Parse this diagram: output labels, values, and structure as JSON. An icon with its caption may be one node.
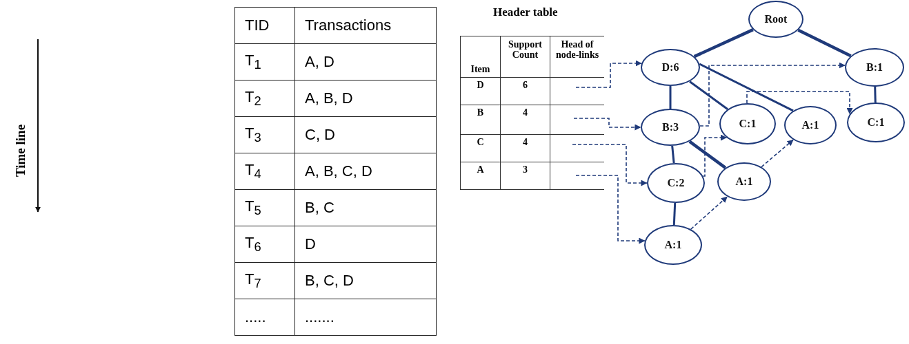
{
  "diagram": {
    "nodes": [
      {
        "text": [
          "Root"
        ]
      },
      {
        "text": [
          "D:6"
        ]
      },
      {
        "text": [
          "B:1"
        ]
      },
      {
        "text": [
          "B:3"
        ]
      },
      {
        "text": [
          "C:1"
        ]
      },
      {
        "text": [
          "A:1"
        ]
      },
      {
        "text": [
          "C:1"
        ]
      },
      {
        "text": [
          "C:2"
        ]
      },
      {
        "text": [
          "A:1"
        ]
      },
      {
        "text": [
          "A:1"
        ]
      }
    ],
    "edges": [
      {
        "from": 0,
        "to": 1,
        "arrow": "none",
        "style": "thick"
      },
      {
        "from": 0,
        "to": 2,
        "arrow": "none",
        "style": "thick"
      },
      {
        "from": 1,
        "to": 3,
        "arrow": "none"
      },
      {
        "from": 1,
        "to": 4,
        "arrow": "none"
      },
      {
        "from": 1,
        "to": 5,
        "arrow": "none"
      },
      {
        "from": 2,
        "to": 6,
        "arrow": "none"
      },
      {
        "from": 3,
        "to": 7,
        "arrow": "none"
      },
      {
        "from": 3,
        "to": 8,
        "arrow": "none",
        "style": "thick"
      },
      {
        "from": 7,
        "to": 9,
        "arrow": "none"
      },
      {
        "from": null,
        "to": 1,
        "arrow": "to",
        "style": "dashed"
      },
      {
        "from": null,
        "to": 3,
        "arrow": "to",
        "style": "dashed"
      },
      {
        "from": null,
        "to": 7,
        "arrow": "to",
        "style": "dashed"
      },
      {
        "from": null,
        "to": 9,
        "arrow": "to",
        "style": "dashed"
      },
      {
        "from": 3,
        "to": 2,
        "arrow": "to",
        "style": "dashed"
      },
      {
        "from": 7,
        "to": 4,
        "arrow": "to",
        "style": "dashed"
      },
      {
        "from": 4,
        "to": 6,
        "arrow": "to",
        "style": "dashed"
      },
      {
        "from": 9,
        "to": 8,
        "arrow": "to",
        "style": "dashed"
      },
      {
        "from": 8,
        "to": 5,
        "arrow": "to",
        "style": "dashed"
      }
    ],
    "labels": [
      "Time line",
      "TID",
      "Transactions",
      "T$_{1}$",
      "A, D",
      "T$_{2}$",
      "A, B, D",
      "T$_{3}$",
      "C, D",
      "T$_{4}$",
      "A, B, C, D",
      "T$_{5}$",
      "B, C",
      "T$_{6}$",
      "D",
      "T$_{7}$",
      "B, C, D",
      ".....",
      ".......",
      "Header table",
      "Item",
      "Support Count",
      "Head of node-links",
      "D",
      "6",
      "B",
      "4",
      "C",
      "4",
      "A",
      "3"
    ]
  }
}
